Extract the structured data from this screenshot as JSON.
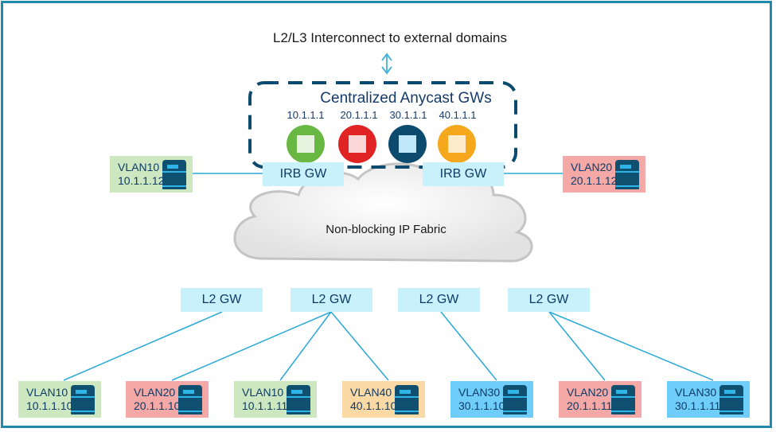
{
  "title": "L2/L3 Interconnect to external domains",
  "anycast": {
    "title": "Centralized Anycast GWs",
    "gateways": [
      {
        "ip": "10.1.1.1",
        "color": "#6ab844",
        "icon": "router-icon"
      },
      {
        "ip": "20.1.1.1",
        "color": "#e02424",
        "icon": "router-icon"
      },
      {
        "ip": "30.1.1.1",
        "color": "#0c4a6e",
        "icon": "router-icon"
      },
      {
        "ip": "40.1.1.1",
        "color": "#f6a81c",
        "icon": "router-icon"
      }
    ]
  },
  "irb_gateways": [
    {
      "label": "IRB GW"
    },
    {
      "label": "IRB GW"
    }
  ],
  "fabric": {
    "label": "Non-blocking IP Fabric"
  },
  "l2_gateways": [
    {
      "label": "L2 GW"
    },
    {
      "label": "L2 GW"
    },
    {
      "label": "L2 GW"
    },
    {
      "label": "L2 GW"
    }
  ],
  "top_hosts": [
    {
      "vlan": "VLAN10",
      "ip": "10.1.1.12",
      "color": "#cde8c0"
    },
    {
      "vlan": "VLAN20",
      "ip": "20.1.1.12",
      "color": "#f4a9a6"
    }
  ],
  "bottom_hosts": [
    {
      "vlan": "VLAN10",
      "ip": "10.1.1.10",
      "color": "#cde8c0"
    },
    {
      "vlan": "VLAN20",
      "ip": "20.1.1.10",
      "color": "#f4a9a6"
    },
    {
      "vlan": "VLAN10",
      "ip": "10.1.1.11",
      "color": "#cde8c0"
    },
    {
      "vlan": "VLAN40",
      "ip": "40.1.1.10",
      "color": "#fbd9a5"
    },
    {
      "vlan": "VLAN30",
      "ip": "30.1.1.10",
      "color": "#6fcdfa"
    },
    {
      "vlan": "VLAN20",
      "ip": "20.1.1.11",
      "color": "#f4a9a6"
    },
    {
      "vlan": "VLAN30",
      "ip": "30.1.1.11",
      "color": "#6fcdfa"
    }
  ],
  "colors": {
    "frame": "#1f8aad",
    "link": "#2aa9d8",
    "dashed_border": "#0c4a6e",
    "gw_box": "#c9f1fb"
  }
}
